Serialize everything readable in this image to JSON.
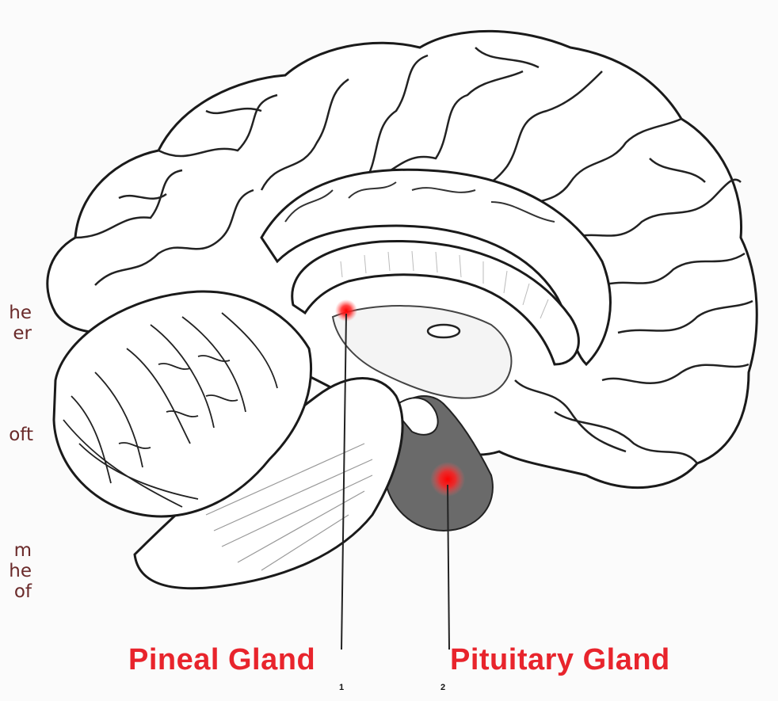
{
  "side_text": {
    "line1": "he",
    "line2": "er",
    "line3": "oft",
    "line4": "m",
    "line5": "he",
    "line6": "of"
  },
  "labels": {
    "pineal": "Pineal Gland",
    "pituitary": "Pituitary Gland",
    "pineal_number": "1",
    "pituitary_number": "2"
  },
  "colors": {
    "label_red": "#e8242c",
    "side_text": "#6a2a2a",
    "gland_glow": "#ff1a1a"
  }
}
